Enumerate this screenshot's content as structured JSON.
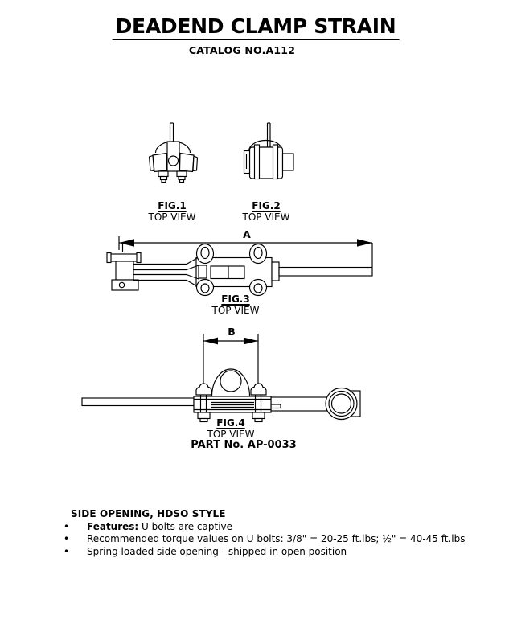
{
  "document": {
    "title": "DEADEND CLAMP STRAIN",
    "catalog_no": "CATALOG NO.A112"
  },
  "figures": {
    "fig1": {
      "label": "FIG.1",
      "view": "TOP VIEW"
    },
    "fig2": {
      "label": "FIG.2",
      "view": "TOP VIEW"
    },
    "fig3": {
      "label": "FIG.3",
      "view": "TOP VIEW",
      "dim_label": "A"
    },
    "fig4": {
      "label": "FIG.4",
      "view": "TOP VIEW",
      "dim_label": "B",
      "part_no": "PART No. AP-0033"
    }
  },
  "notes": {
    "heading": "SIDE OPENING, HDSO STYLE",
    "bullet_glyph": "•",
    "items": [
      {
        "bold": "Features:",
        "text": " U bolts are captive"
      },
      {
        "bold": "",
        "text": "Recommended torque values on U bolts: 3/8\" = 20-25 ft.lbs; ½\" = 40-45 ft.lbs"
      },
      {
        "bold": "",
        "text": "Spring loaded side opening - shipped in open position"
      }
    ]
  },
  "colors": {
    "ink": "#000000",
    "paper": "#ffffff"
  }
}
